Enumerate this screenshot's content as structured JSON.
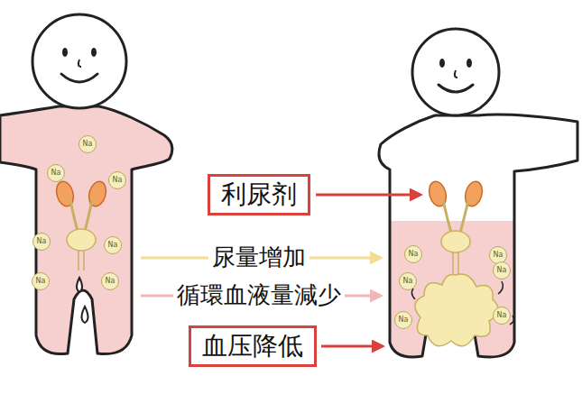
{
  "diagram": {
    "nodes": [
      {
        "text": [
          "Na"
        ]
      },
      {
        "text": [
          "Na"
        ]
      },
      {
        "text": [
          "Na"
        ]
      },
      {
        "text": [
          "Na"
        ]
      },
      {
        "text": [
          "Na"
        ]
      },
      {
        "text": [
          "Na"
        ]
      },
      {
        "text": [
          "Na"
        ]
      },
      {
        "text": [
          "利尿剂"
        ]
      },
      {
        "text": [
          "血压降低"
        ]
      },
      {
        "text": [
          "Na"
        ]
      },
      {
        "text": [
          "Na"
        ]
      },
      {
        "text": [
          "Na"
        ]
      },
      {
        "text": [
          "Na"
        ]
      },
      {
        "text": [
          "Na"
        ]
      },
      {
        "text": [
          "Na"
        ]
      }
    ],
    "labels": [
      "尿量增加",
      "循環血液量減少"
    ]
  }
}
